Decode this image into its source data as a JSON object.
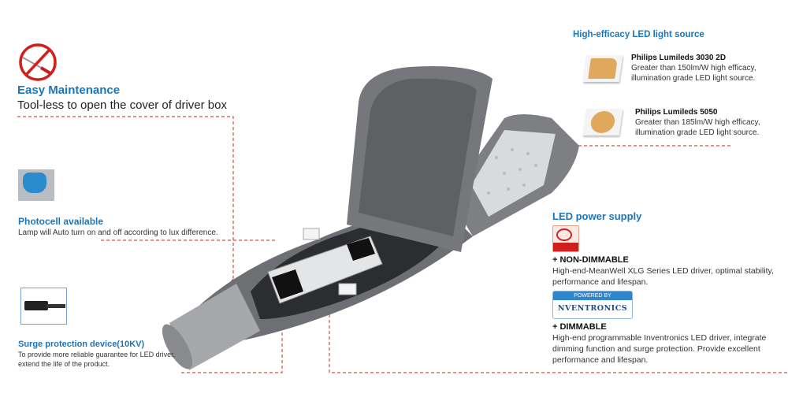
{
  "easy_maintenance": {
    "icon": "no-screwdriver-icon",
    "title": "Easy Maintenance",
    "description": "Tool-less to open the cover of driver box"
  },
  "photocell": {
    "title": "Photocell available",
    "description": "Lamp will Auto turn on and off according to lux difference."
  },
  "surge": {
    "title": "Surge protection device(10KV)",
    "description_lines": [
      "To provide more reliable guarantee for LED driver,",
      "extend the life of the product."
    ]
  },
  "led_source": {
    "title": "High-efficacy LED light source",
    "items": [
      {
        "name": "Philips Lumileds 3030 2D",
        "lines": [
          "Greater than 150lm/W high efficacy,",
          "illumination grade LED light source."
        ]
      },
      {
        "name": "Philips Lumileds 5050",
        "lines": [
          "Greater than 185lm/W high efficacy,",
          "illumination grade LED light source."
        ]
      }
    ]
  },
  "power_supply": {
    "title": "LED power supply",
    "non_dimmable": {
      "label": "+ NON-DIMMABLE",
      "lines": [
        "High-end-MeanWell XLG Series LED driver, optimal stability,",
        "performance and lifespan."
      ]
    },
    "badge": {
      "top": "POWERED BY",
      "brand": "NVENTRONICS"
    },
    "dimmable": {
      "label": "+ DIMMABLE",
      "lines": [
        "High-end programmable Inventronics LED driver, integrate",
        "dimming function and surge protection. Provide excellent",
        "performance and lifespan."
      ]
    }
  },
  "colors": {
    "accent": "#1b75bb",
    "dash": "#c9553f",
    "led": "#e0a85c"
  }
}
